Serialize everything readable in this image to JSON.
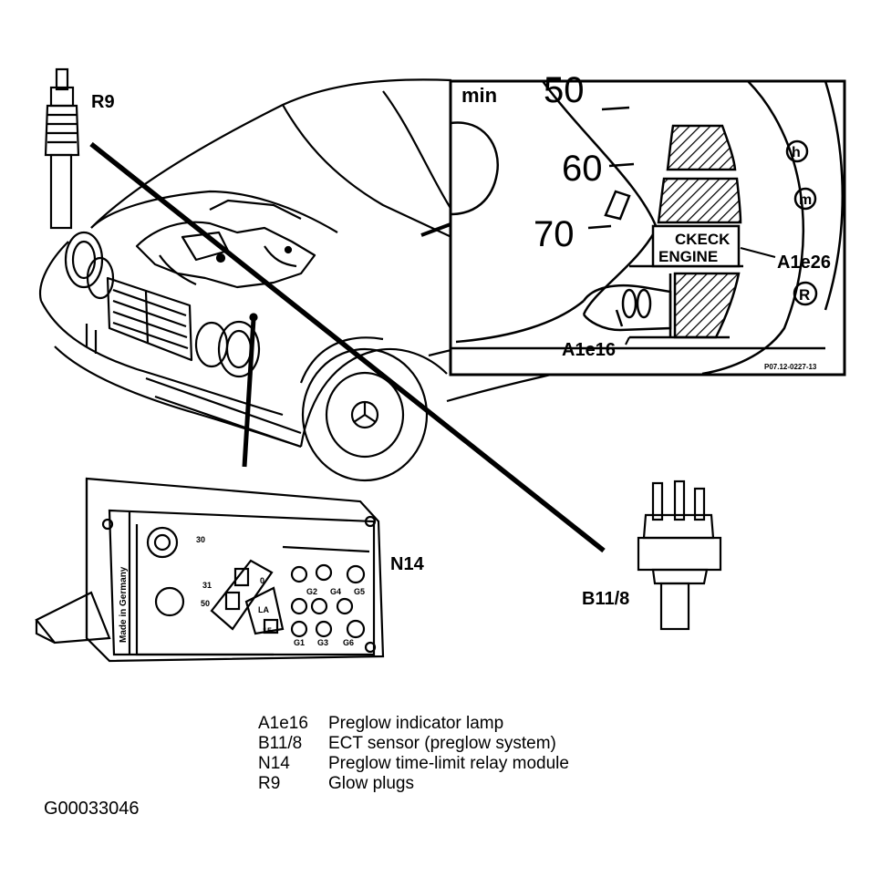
{
  "callouts": {
    "glow_plug": "R9",
    "ect_sensor": "B11/8",
    "relay_module": "N14",
    "check_engine_lamp": "A1e26",
    "preglow_lamp": "A1e16"
  },
  "inset": {
    "unit": "min",
    "scale_50": "50",
    "scale_60": "60",
    "scale_70": "70",
    "warning_line1": "CKECK",
    "warning_line2": "ENGINE",
    "letter_h": "h",
    "letter_m": "m",
    "letter_r": "R",
    "ref": "P07.12-0227-13"
  },
  "module": {
    "terminal_30": "30",
    "terminal_31": "31",
    "terminal_50": "50",
    "terminal_0": "0",
    "terminal_la": "LA",
    "terminal_15": "15",
    "g2": "G2",
    "g4": "G4",
    "g5": "G5",
    "g1": "G1",
    "g3": "G3",
    "g6": "G6",
    "made_in": "Made in Germany"
  },
  "legend": [
    {
      "code": "A1e16",
      "desc": "Preglow indicator lamp"
    },
    {
      "code": "B11/8",
      "desc": "ECT sensor (preglow system)"
    },
    {
      "code": "N14",
      "desc": "Preglow time-limit relay module"
    },
    {
      "code": "R9",
      "desc": "Glow plugs"
    }
  ],
  "figure_id": "G00033046"
}
